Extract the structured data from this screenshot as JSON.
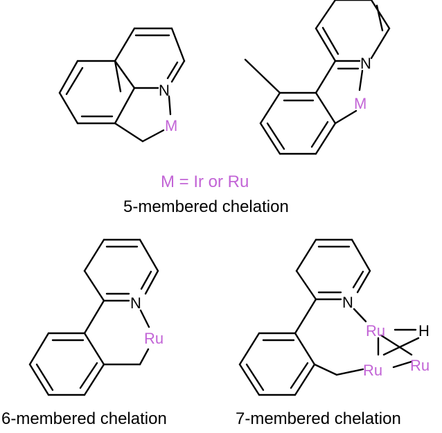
{
  "colors": {
    "bond": "#000000",
    "metal": "#c264d6",
    "text": "#000000"
  },
  "atoms": {
    "nitrogen": "N",
    "metal_generic": "M",
    "ruthenium": "Ru",
    "hydrogen": "H"
  },
  "legend": {
    "metal_definition": "M = Ir or Ru"
  },
  "captions": {
    "five": "5-membered chelation",
    "six": "6-membered chelation",
    "seven": "7-membered chelation"
  }
}
